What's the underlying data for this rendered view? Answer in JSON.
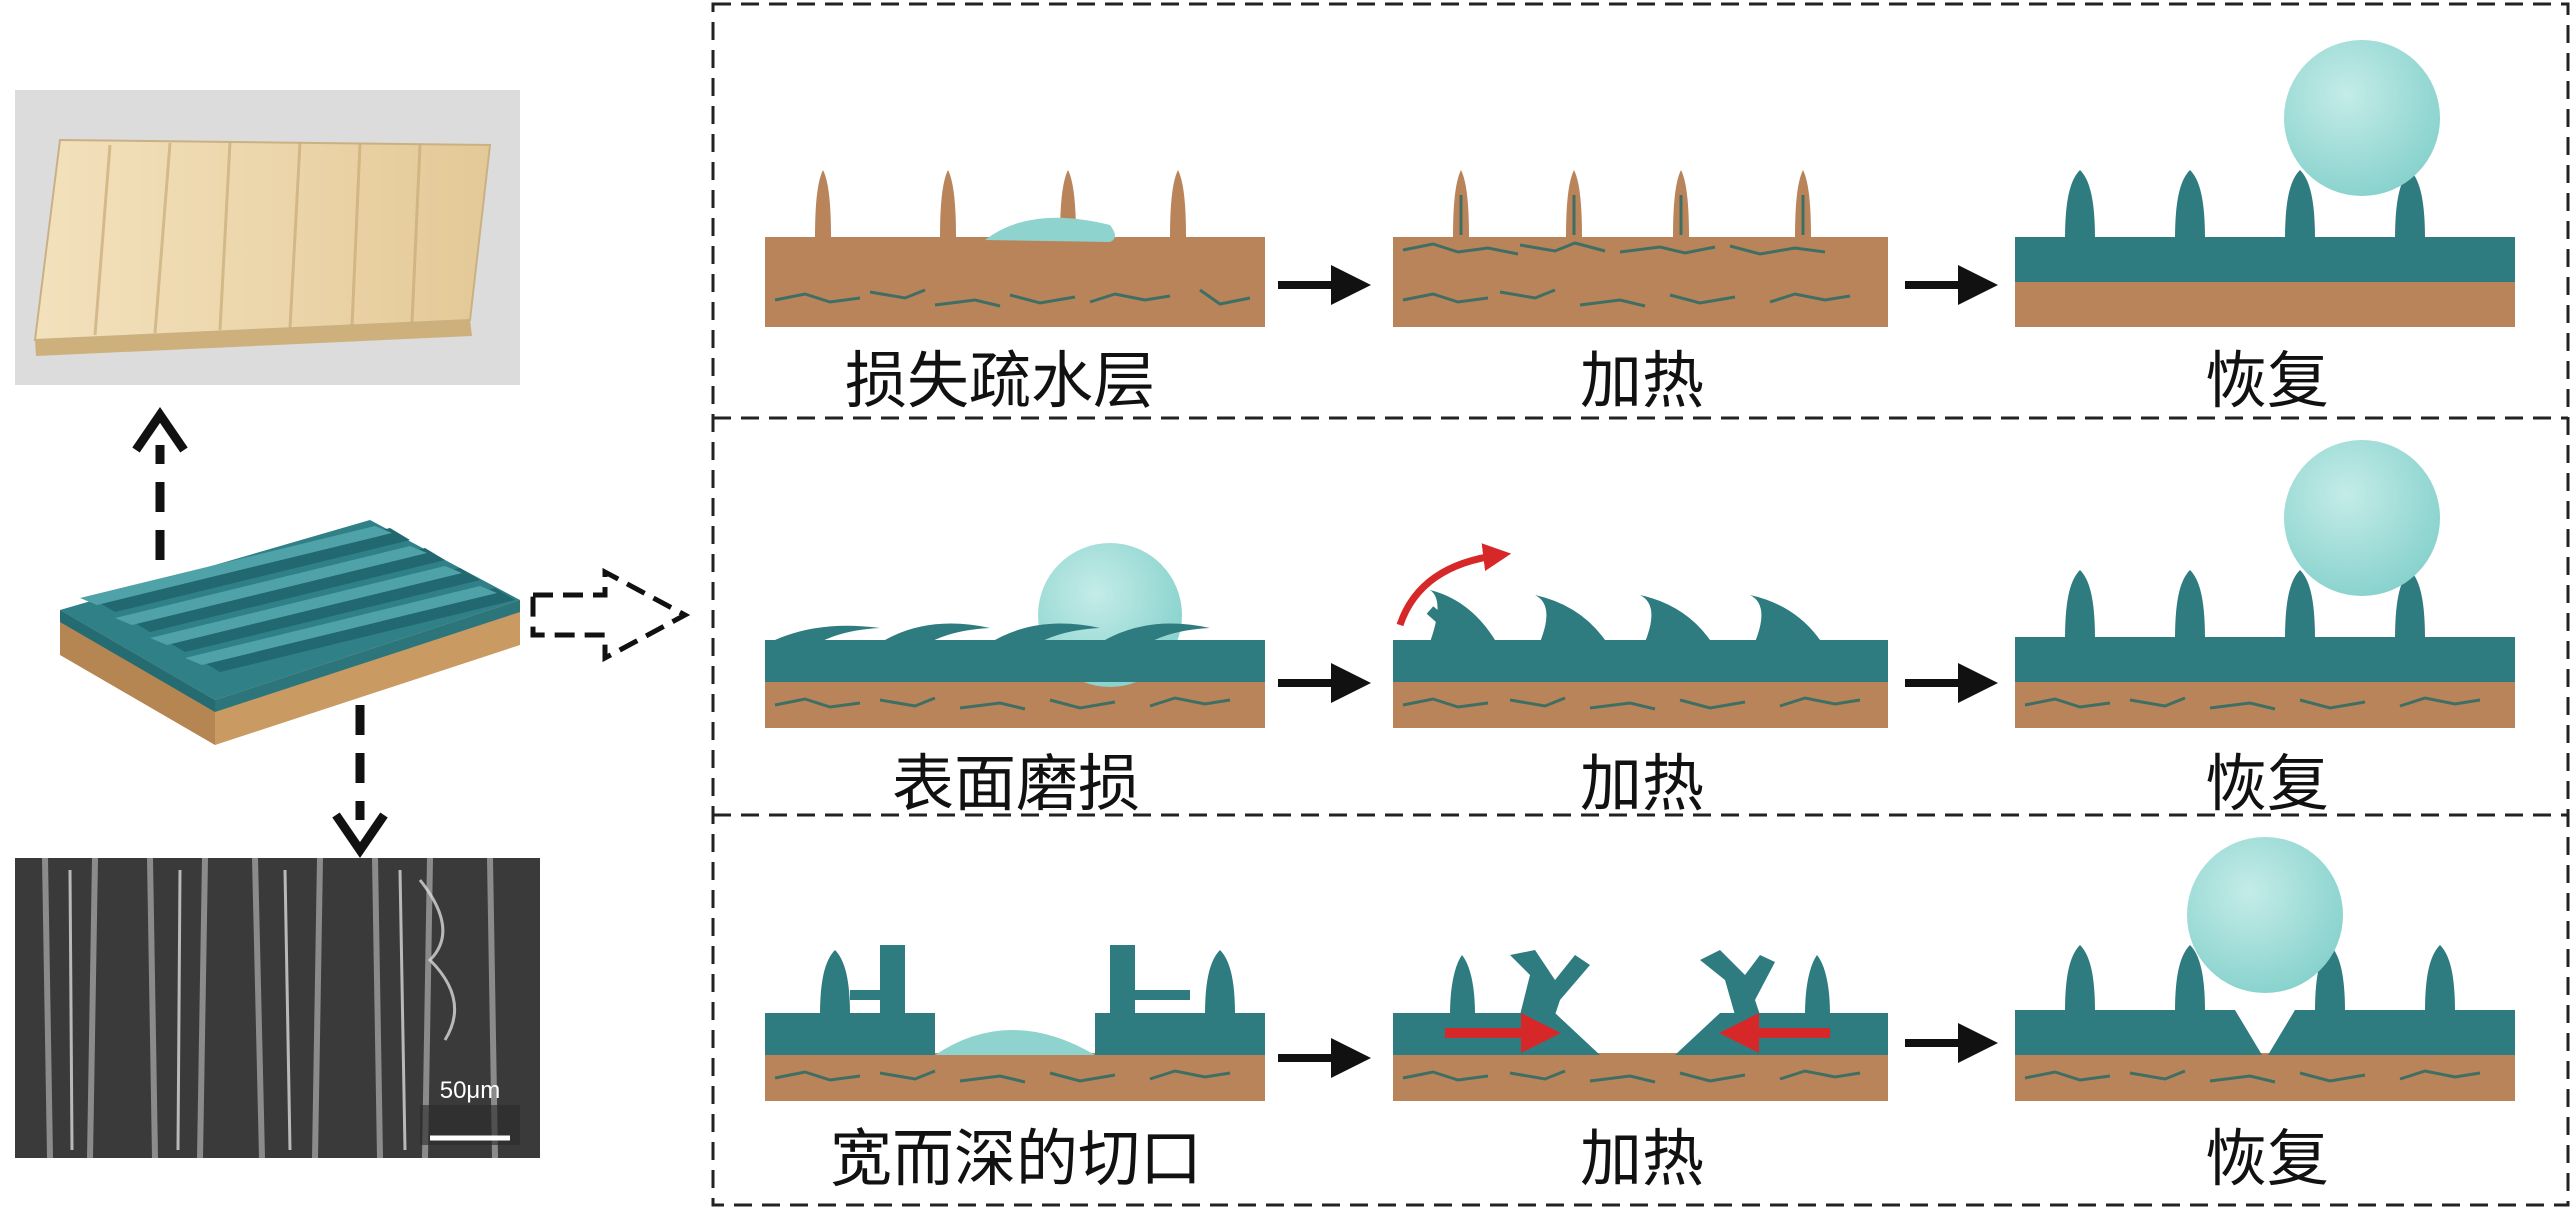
{
  "rows": [
    {
      "labels": [
        "损失疏水层",
        "加热",
        "恢复"
      ]
    },
    {
      "labels": [
        "表面磨损",
        "加热",
        "恢复"
      ]
    },
    {
      "labels": [
        "宽而深的切口",
        "加热",
        "恢复"
      ]
    }
  ],
  "sem": {
    "scale_label": "50μm"
  },
  "colors": {
    "wood": "#b9845a",
    "teal": "#2e7b80",
    "droplet": "#8fd3cf",
    "fiber": "#3f6f63",
    "arrow": "#111111",
    "red_arrow": "#d62828",
    "dash": "#222222"
  }
}
